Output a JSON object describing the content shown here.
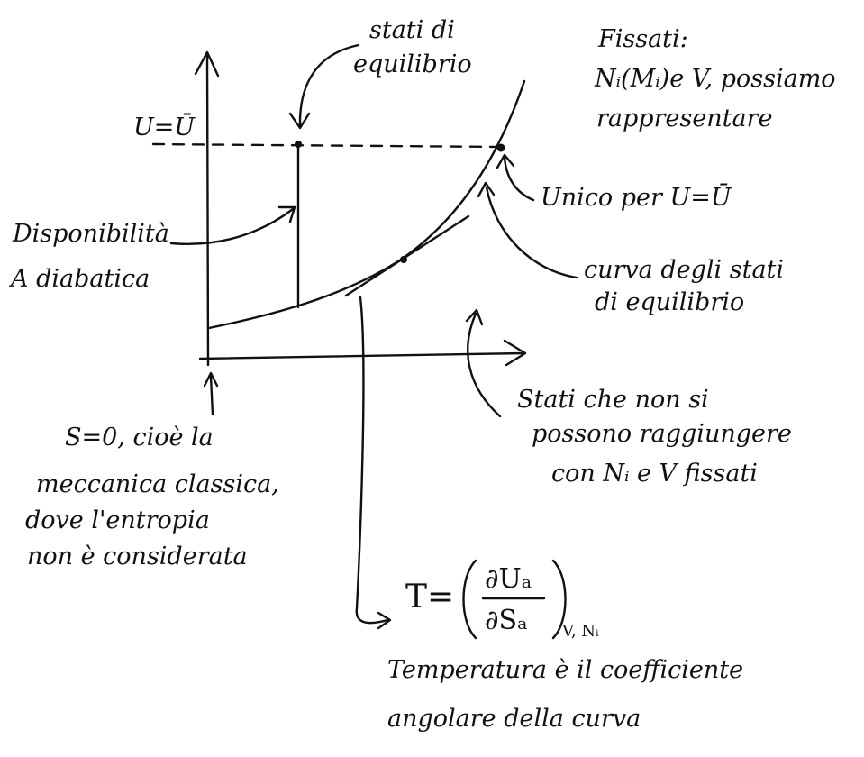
{
  "labels": {
    "u_bar": "U=Ū",
    "stati_line1": "stati di",
    "stati_line2": "equilibrio",
    "fissati_line1": "Fissati:",
    "fissati_line2": "Nᵢ(Mᵢ)e V, possiamo",
    "fissati_line3": "rappresentare",
    "unico": "Unico per U=Ū",
    "disp_line1": "Disponibilità",
    "disp_line2": "A diabatica",
    "curva_line1": "curva degli stati",
    "curva_line2": "di equilibrio",
    "non_line1": "Stati che non si",
    "non_line2": "possono raggiungere",
    "non_line3": "con Nᵢ e V fissati",
    "s0_line1": "S=0, cioè la",
    "s0_line2": "meccanica classica,",
    "s0_line3": "dove l'entropia",
    "s0_line4": "non è considerata",
    "formula_T": "T=",
    "formula_num": "∂Uₐ",
    "formula_den": "∂Sₐ",
    "formula_sub": "V, Nᵢ",
    "temp_line1": "Temperatura è il coefficiente",
    "temp_line2": "angolare della curva"
  }
}
